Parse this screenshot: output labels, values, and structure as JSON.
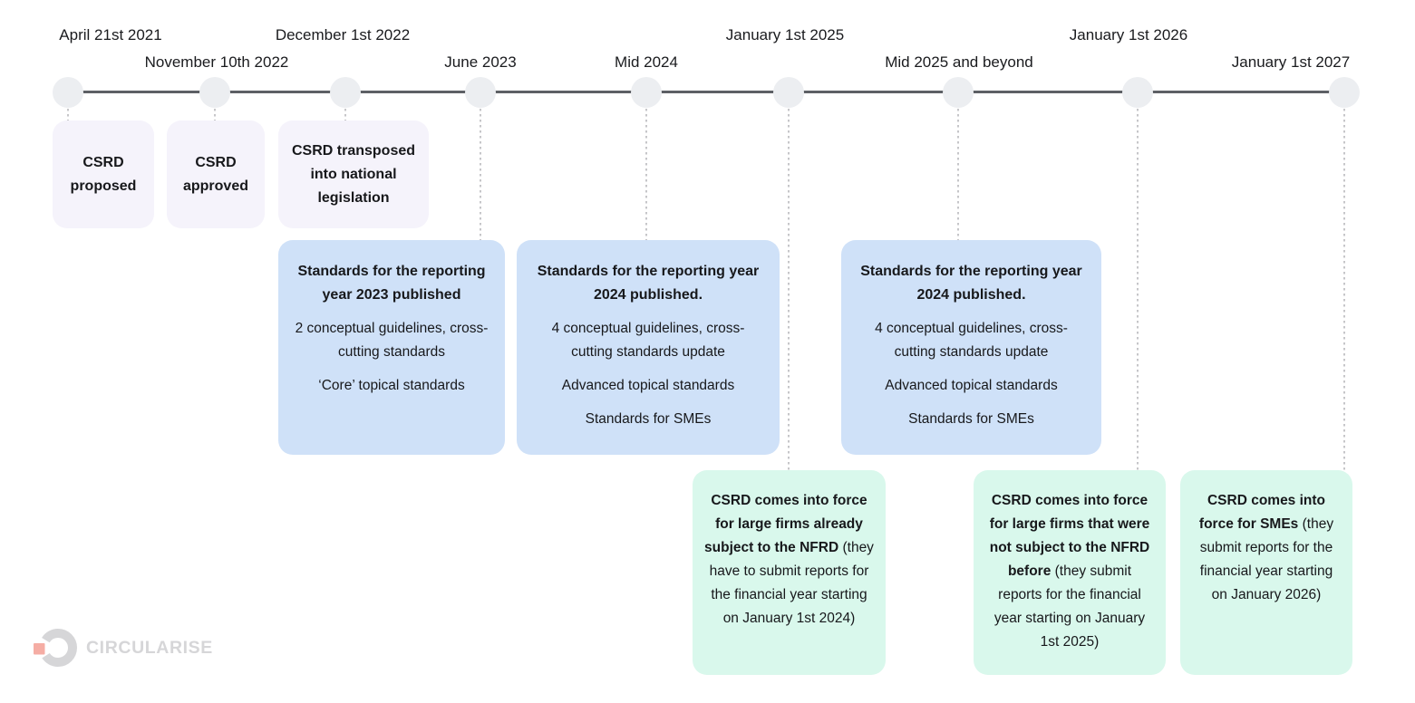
{
  "colors": {
    "lavender": "#f5f3fb",
    "blue": "#cfe1f8",
    "green": "#d9f8ec",
    "node": "#eceef1",
    "line": "#5d6065",
    "dash": "#c6c6c9",
    "text": "#17181b",
    "logo_gray": "#d6d6d8",
    "logo_red": "#f5ada4"
  },
  "timeline": {
    "dates": [
      {
        "label": "April 21st 2021"
      },
      {
        "label": "November 10th 2022"
      },
      {
        "label": "December 1st 2022"
      },
      {
        "label": "June 2023"
      },
      {
        "label": "Mid 2024"
      },
      {
        "label": "January 1st 2025"
      },
      {
        "label": "Mid 2025 and beyond"
      },
      {
        "label": "January 1st 2026"
      },
      {
        "label": "January 1st 2027"
      }
    ]
  },
  "cards": {
    "proposed": {
      "title": "CSRD proposed"
    },
    "approved": {
      "title": "CSRD approved"
    },
    "transposed": {
      "title": "CSRD transposed into national legislation"
    },
    "standards2023": {
      "title": "Standards for the reporting year 2023 published",
      "paragraphs": [
        "2 conceptual guidelines, cross-cutting standards",
        "‘Core’ topical standards"
      ]
    },
    "standards2024a": {
      "title": "Standards for the reporting year 2024 published.",
      "paragraphs": [
        "4 conceptual guidelines, cross-cutting standards update",
        "Advanced topical standards",
        "Standards for SMEs"
      ]
    },
    "standards2024b": {
      "title": "Standards for the reporting year 2024 published.",
      "paragraphs": [
        "4 conceptual guidelines, cross-cutting standards update",
        "Advanced topical standards",
        "Standards for SMEs"
      ]
    },
    "forceNfrd": {
      "bold": "CSRD comes into force for large firms already subject to the NFRD",
      "rest": " (they have to submit reports for the financial year starting on January 1st 2024)"
    },
    "forceNonNfrd": {
      "bold": "CSRD comes into force for large firms that were not subject to the NFRD before",
      "rest": " (they submit reports for the financial year starting on January 1st 2025)"
    },
    "forceSmes": {
      "bold": "CSRD comes into force for SMEs",
      "rest": " (they submit reports for the financial year starting on January 2026)"
    }
  },
  "logo": {
    "text": "CIRCULARISE"
  }
}
